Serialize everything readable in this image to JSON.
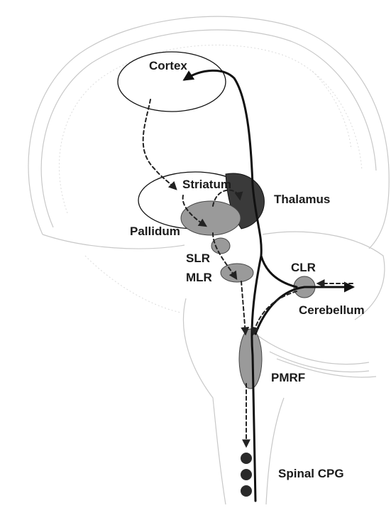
{
  "labels": {
    "cortex": "Cortex",
    "striatum": "Striatum",
    "thalamus": "Thalamus",
    "pallidum": "Pallidum",
    "slr": "SLR",
    "mlr": "MLR",
    "clr": "CLR",
    "cerebellum": "Cerebellum",
    "pmrf": "PMRF",
    "spinal_cpg": "Spinal CPG"
  },
  "colors": {
    "region_fill": "#9a9a9a",
    "thalamus_fill": "#3a3a3a",
    "cpg_fill": "#2a2a2a",
    "outline": "#111111",
    "brain_sketch": "#c8c8c8"
  },
  "connections": [
    {
      "from": "cortex",
      "to": "striatum",
      "style": "dashed"
    },
    {
      "from": "striatum",
      "to": "pallidum",
      "style": "dashed"
    },
    {
      "from": "pallidum",
      "to": "mlr",
      "style": "dashed"
    },
    {
      "from": "mlr",
      "to": "pmrf",
      "style": "dashed"
    },
    {
      "from": "pmrf",
      "to": "spinal_cpg",
      "style": "dashed"
    },
    {
      "from": "pmrf",
      "to": "cortex",
      "style": "solid",
      "via": "thalamus"
    },
    {
      "from": "spinal_cpg",
      "to": "pmrf",
      "style": "solid"
    },
    {
      "from": "pmrf",
      "to": "cerebellum",
      "style": "solid",
      "via": "clr"
    },
    {
      "from": "clr",
      "to": "pmrf",
      "style": "dashed"
    },
    {
      "from": "cerebellum",
      "to": "clr",
      "style": "dashed"
    }
  ]
}
